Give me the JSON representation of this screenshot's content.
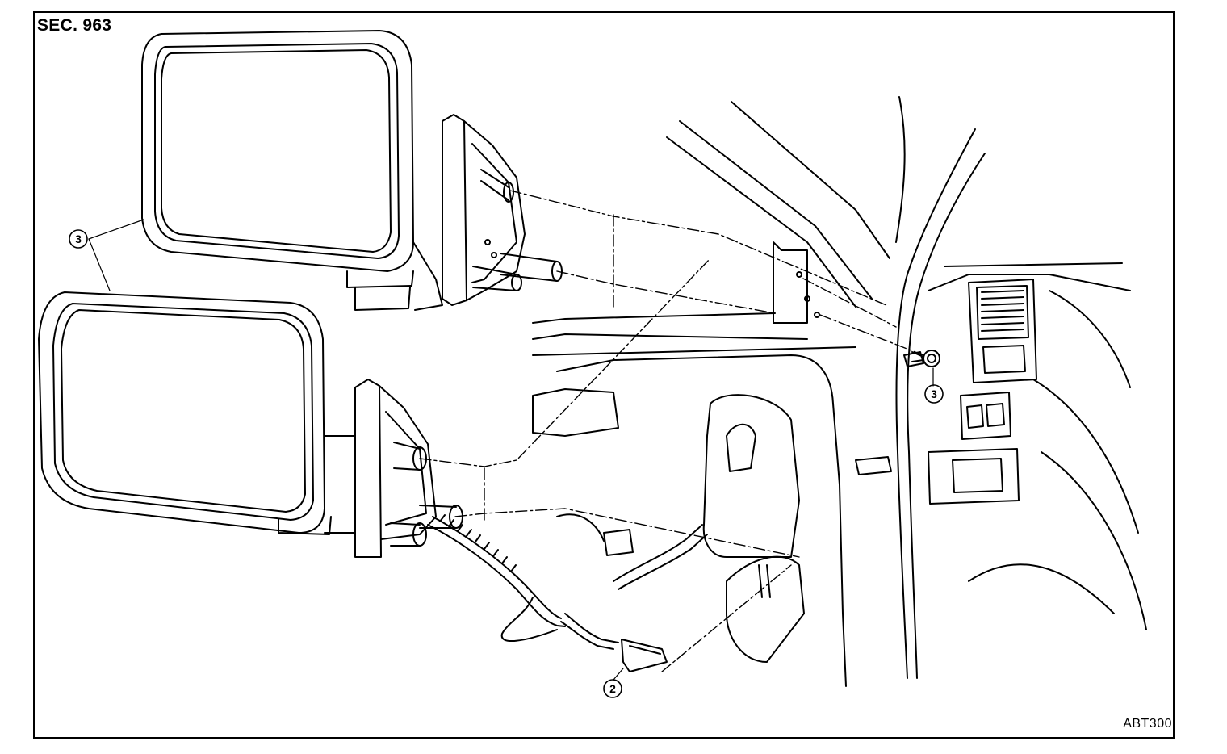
{
  "header": {
    "section": "SEC. 963"
  },
  "footer": {
    "figure_code": "ABT300"
  },
  "callouts": {
    "mirror_assembly": "3",
    "mirror_nut": "3",
    "harness_connector": "2"
  },
  "colors": {
    "line": "#000000",
    "background": "#ffffff"
  }
}
